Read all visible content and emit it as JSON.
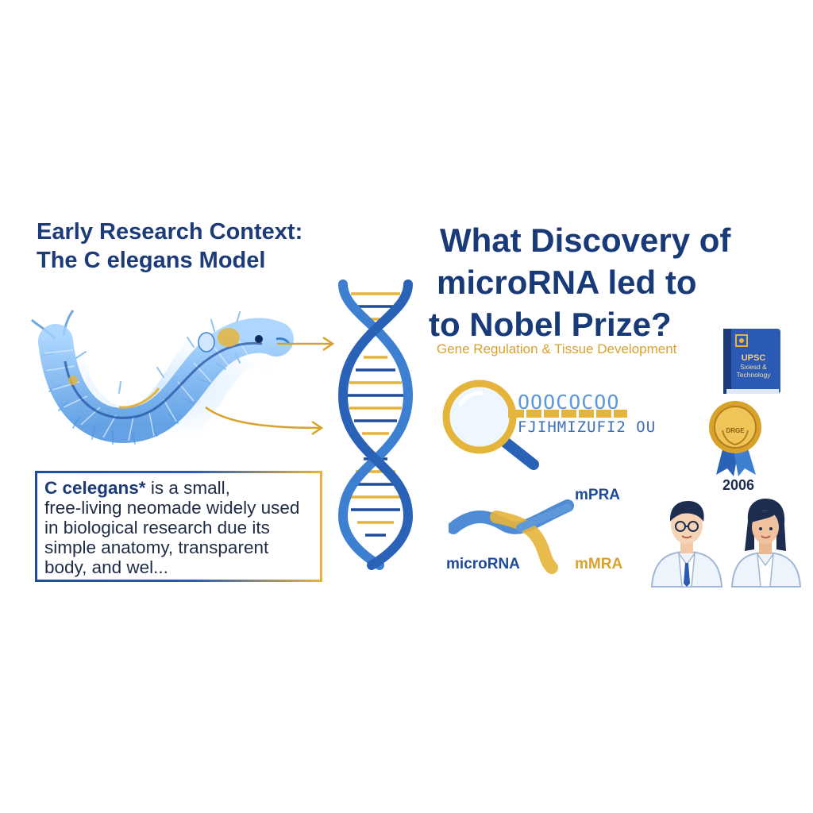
{
  "left_panel": {
    "title_line1": "Early Research Context:",
    "title_line2": "The C elegans Model",
    "info_box": {
      "emphasis": "C celegans*",
      "text_line1_rest": " is a small,",
      "text_line2": "free-living neomade widely used",
      "text_line3": "in biological research due its",
      "text_line4": "simple anatomy, transparent",
      "text_line5": "body, and wel..."
    }
  },
  "right_panel": {
    "title_line1": "What Discovery of",
    "title_line2": "microRNA led to",
    "title_line3": "to Nobel Prize?",
    "subtitle": "Gene Regulation & Tissue Development",
    "code_line1": "OOOCOCOO",
    "code_line2": "FJIHMIZUFI2 OU",
    "labels": {
      "mpra": "mPRA",
      "microrna": "microRNA",
      "mmra": "mMRA"
    },
    "book": {
      "line1": "UPSC",
      "line2": "Sxiesd &",
      "line3": "Technology"
    },
    "medal_text": "DRGE",
    "year": "2006"
  },
  "icons": {
    "worm": "c-elegans-worm-illustration",
    "dna": "dna-double-helix-icon",
    "arrows": "arrow-right-icon",
    "magnifier": "magnifying-glass-icon",
    "rna_strand": "rna-ribbon-icon",
    "book": "book-icon",
    "medal": "medal-icon",
    "scientists": "scientist-avatar-icon"
  },
  "colors": {
    "navy": "#1c3b78",
    "gold": "#d9a22b",
    "blue": "#3d7fd0",
    "light_blue": "#8fc3f0"
  }
}
